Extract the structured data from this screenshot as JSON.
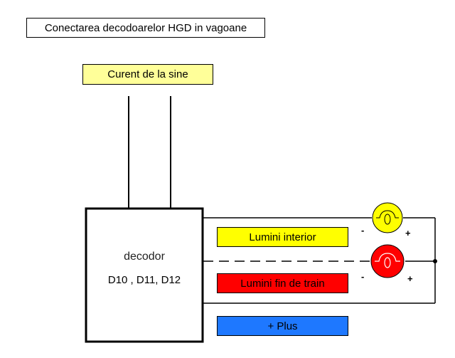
{
  "title": "Conectarea decodoarelor HGD in vagoane",
  "rail_current": {
    "label": "Curent de la sine",
    "color": "#ffff99"
  },
  "decoder": {
    "name": "decodor",
    "models": "D10 , D11, D12"
  },
  "outputs": {
    "interior_lights": {
      "label": "Lumini interior",
      "color": "#ffff00",
      "text_color": "#000000"
    },
    "end_of_train_lights": {
      "label": "Lumini fin de train",
      "color": "#ff0000",
      "text_color": "#000000"
    },
    "plus": {
      "label": "+ Plus",
      "color": "#1e78ff",
      "text_color": "#000000"
    }
  },
  "lamps": [
    {
      "name": "interior-lamp",
      "color": "#ffff00",
      "minus": "-",
      "plus": "+"
    },
    {
      "name": "end-lamp",
      "color": "#ff0000",
      "minus": "-",
      "plus": "+"
    }
  ]
}
